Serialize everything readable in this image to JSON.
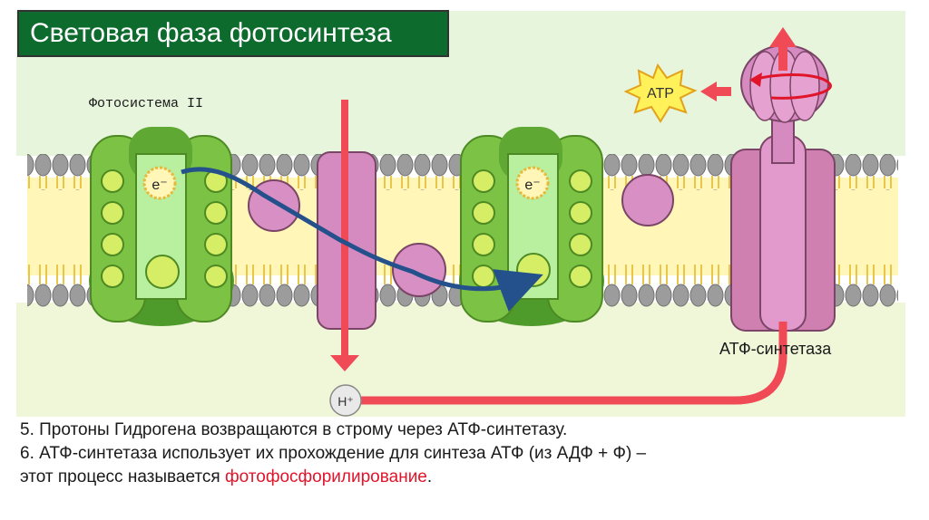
{
  "title": "Световая фаза фотосинтеза",
  "labels": {
    "photosystem": "Фотосистема II",
    "atp_synthase": "АТФ-синтетаза",
    "atp_burst": "ATP",
    "electron": "e⁻",
    "proton": "H⁺"
  },
  "caption": {
    "line1": "5. Протоны Гидрогена возвращаются в строму через АТФ-синтетазу.",
    "line2": "6. АТФ-синтетаза использует их прохождение для синтеза АТФ (из АДФ + Ф) –",
    "line3_prefix": "этот процесс называется ",
    "line3_highlight": "фотофосфорилирование",
    "line3_suffix": "."
  },
  "colors": {
    "title_bg": "#0e6b2e",
    "membrane_bg": "#fff6b8",
    "stroma_bg": "#e6f5dc",
    "lumen_bg": "#f0f6d8",
    "protein_green": "#6cb33d",
    "protein_pink": "#cf7fb0",
    "arrow_red": "#ef4a55",
    "electron_path": "#24508c",
    "highlight_text": "#e0152a"
  }
}
